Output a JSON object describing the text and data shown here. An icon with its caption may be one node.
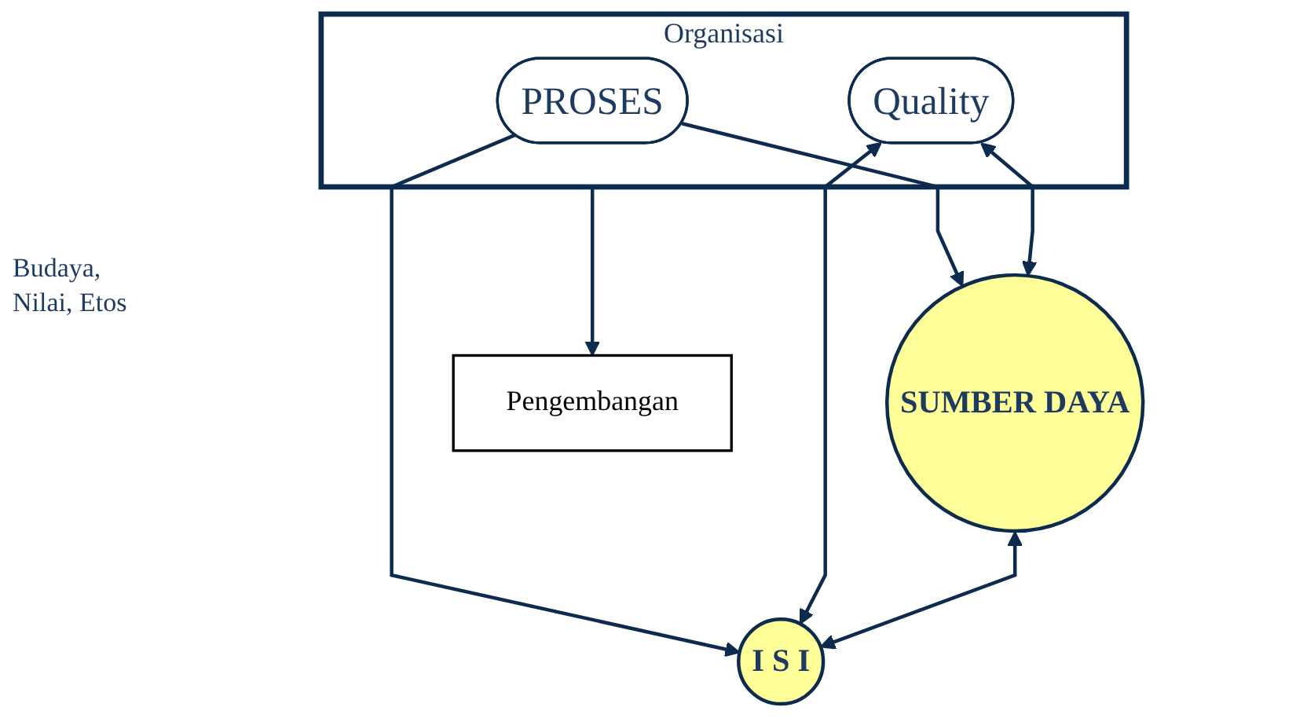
{
  "diagram": {
    "nodes": [
      {
        "text": [
          "Organisasi"
        ]
      },
      {
        "text": [
          "PROSES"
        ],
        "in": 0
      },
      {
        "text": [
          "Quality"
        ],
        "in": 0
      },
      {
        "text": [
          "SUMBER DAYA"
        ]
      },
      {
        "text": [
          "I S I"
        ]
      },
      {
        "text": [
          "Pengembangan"
        ]
      }
    ],
    "edges": [
      {
        "from": 1,
        "to": 3,
        "arrow": "to"
      },
      {
        "from": 1,
        "to": 4,
        "arrow": "to"
      },
      {
        "from": 2,
        "to": 3,
        "arrow": "both"
      },
      {
        "from": 2,
        "to": 4,
        "arrow": "both"
      },
      {
        "from": 3,
        "to": 4,
        "arrow": "both"
      },
      {
        "from": 0,
        "to": 5,
        "arrow": "to"
      }
    ],
    "labels": [
      "Budaya, Nilai, Etos"
    ]
  }
}
